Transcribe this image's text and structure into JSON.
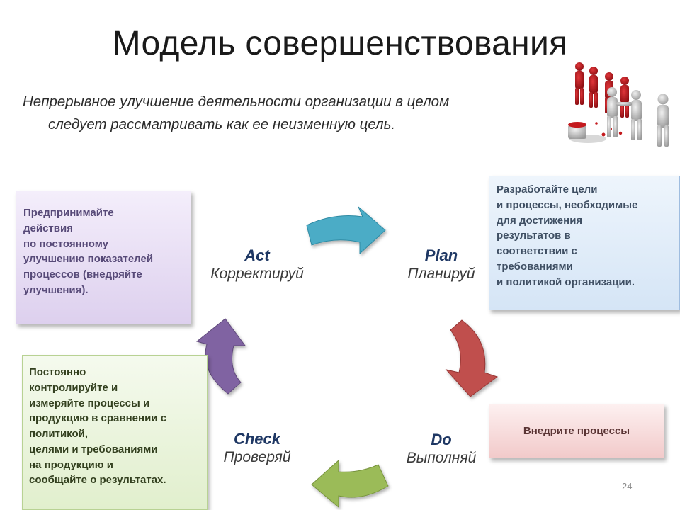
{
  "slide": {
    "title": "Модель совершенствования",
    "subtitle_line1": "Непрерывное улучшение деятельности организации в целом",
    "subtitle_line2": "следует рассматривать как ее неизменную цель.",
    "page_number": "24"
  },
  "boxes": {
    "act": {
      "lines": [
        "Предпринимайте",
        "действия",
        "по постоянному",
        "улучшению показателей",
        "процессов (внедряйте",
        "улучшения)."
      ]
    },
    "plan": {
      "lines": [
        "Разработайте цели",
        "и процессы, необходимые",
        "для достижения",
        "результатов в",
        "соответствии с",
        "требованиями",
        "и политикой организации."
      ]
    },
    "do": {
      "text": "Внедрите процессы"
    },
    "check": {
      "lines": [
        "Постоянно",
        "контролируйте и",
        "измеряйте процессы и",
        "продукцию в сравнении с",
        "политикой,",
        "целями и требованиями",
        "на продукцию и",
        "сообщайте о результатах."
      ]
    }
  },
  "stages": {
    "act": {
      "en": "Act",
      "ru": "Корректируй"
    },
    "plan": {
      "en": "Plan",
      "ru": "Планируй"
    },
    "do": {
      "en": "Do",
      "ru": "Выполняй"
    },
    "check": {
      "en": "Check",
      "ru": "Проверяй"
    }
  },
  "colors": {
    "arrow_act_to_plan": "#4bacc6",
    "arrow_plan_to_do": "#c0504d",
    "arrow_do_to_check": "#9bbb59",
    "arrow_check_to_act": "#8064a2",
    "stage_label": "#1f3864"
  },
  "icons": {
    "team_figure": "people-figures-illustration"
  }
}
